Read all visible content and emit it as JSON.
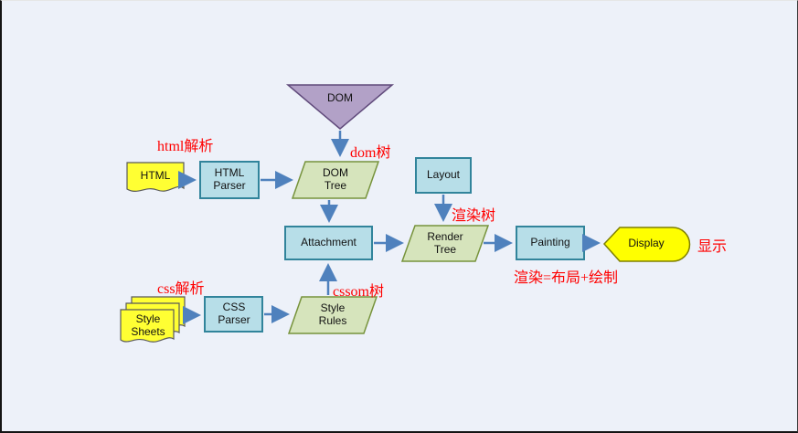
{
  "diagram": {
    "nodes": {
      "dom": "DOM",
      "html": "HTML",
      "html_parser": "HTML Parser",
      "dom_tree": "DOM Tree",
      "layout": "Layout",
      "attachment": "Attachment",
      "render_tree": "Render Tree",
      "painting": "Painting",
      "display": "Display",
      "style_sheets": "Style Sheets",
      "css_parser": "CSS Parser",
      "style_rules": "Style Rules"
    },
    "annotations": {
      "html_parse": "html解析",
      "dom_tree": "dom树",
      "render_tree": "渲染树",
      "display": "显示",
      "formula": "渲染=布局+绘制",
      "css_parse": "css解析",
      "cssom": "cssom树"
    },
    "colors": {
      "background": "#edf1f9",
      "box_fill": "#b7dee8",
      "box_border": "#31849b",
      "parallelogram_fill": "#d6e4bc",
      "parallelogram_border": "#77933c",
      "triangle_fill": "#b2a1c7",
      "triangle_border": "#604a7b",
      "yellow_fill": "#ffff33",
      "yellow_border": "#595959",
      "arrow": "#4f81bd",
      "annotation_text": "#ff0000"
    }
  }
}
